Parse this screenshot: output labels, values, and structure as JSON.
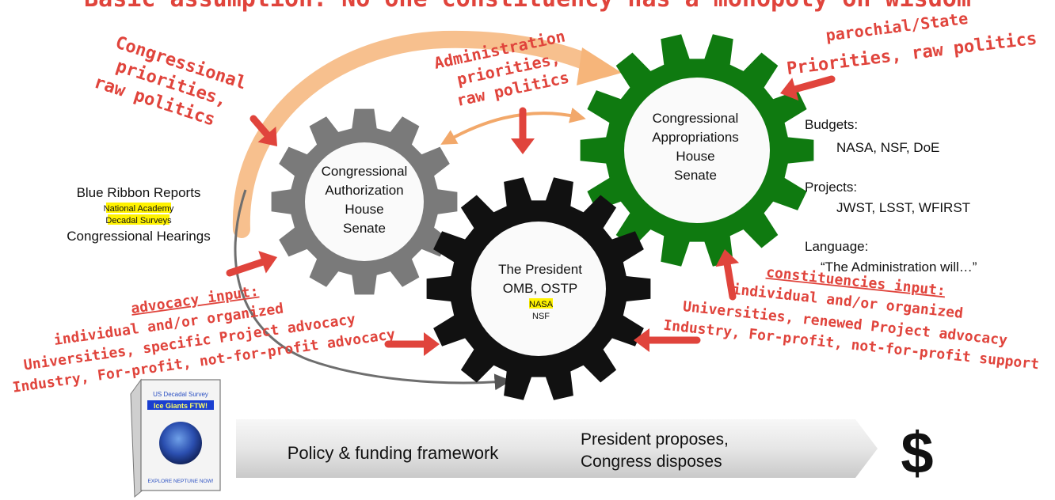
{
  "top_banner": "Basic assumption: No one constituency has a monopoly on wisdom",
  "gears": {
    "authorization": {
      "line1": "Congressional",
      "line2": "Authorization",
      "line3": "House",
      "line4": "Senate"
    },
    "appropriations": {
      "line1": "Congressional",
      "line2": "Appropriations",
      "line3": "House",
      "line4": "Senate"
    },
    "president": {
      "line1": "The President",
      "line2": "OMB, OSTP",
      "line3": "NASA",
      "line4": "NSF"
    }
  },
  "annotations": {
    "congressional": [
      "Congressional",
      "priorities,",
      "raw politics"
    ],
    "administration": [
      "Administration",
      "priorities,",
      "raw politics"
    ],
    "parochial": [
      "parochial/State",
      "Priorities, raw politics"
    ],
    "advocacy": [
      "advocacy input:",
      "individual and/or organized",
      "Universities, specific Project advocacy",
      "Industry, For-profit, not-for-profit advocacy"
    ],
    "constituencies": [
      "constituencies input:",
      "individual and/or organized",
      "Universities, renewed Project advocacy",
      "Industry, For-profit, not-for-profit support"
    ]
  },
  "left_panel": {
    "line1": "Blue Ribbon Reports",
    "hl1": "National Academy",
    "hl2": "Decadal Surveys",
    "line4": "Congressional Hearings"
  },
  "right_panel": {
    "budgets_label": "Budgets:",
    "budgets_value": "NASA, NSF, DoE",
    "projects_label": "Projects:",
    "projects_value": "JWST, LSST, WFIRST",
    "language_label": "Language:",
    "language_value": "“The Administration will…”"
  },
  "book": {
    "title1": "US Decadal Survey",
    "title2": "Ice Giants FTW!",
    "footer": "EXPLORE NEPTUNE NOW!"
  },
  "flow": {
    "step1": "Policy & funding framework",
    "step2_line1": "President proposes,",
    "step2_line2": "Congress disposes",
    "end_symbol": "$"
  },
  "colors": {
    "annotation_red": "#e0443c",
    "arc_orange": "#f6b57a",
    "gear_gray": "#7a7a7a",
    "gear_green": "#0f7a10",
    "gear_black": "#111111",
    "highlight": "#fff200"
  }
}
